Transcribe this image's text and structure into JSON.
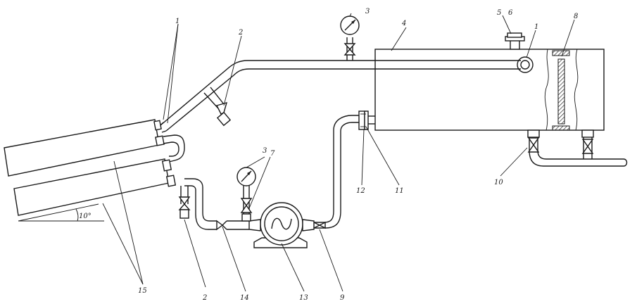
{
  "labels": {
    "c1": "1",
    "c2": "2",
    "c3": "3",
    "c4": "4",
    "c5": "5",
    "c6": "6",
    "c7": "7",
    "c8": "8",
    "c9": "9",
    "c10": "10",
    "c11": "11",
    "c12": "12",
    "c13": "13",
    "c14": "14",
    "c15": "15"
  },
  "angle_label": "10°"
}
